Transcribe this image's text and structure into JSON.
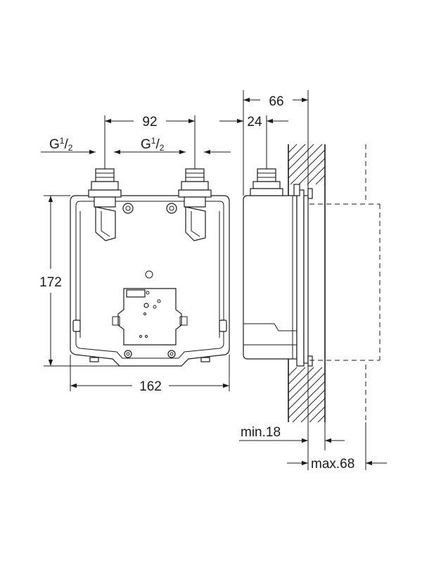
{
  "dimensions": {
    "front_width": "162",
    "front_height": "172",
    "connector_spacing": "92",
    "thread_left": {
      "main": "G",
      "sup": "1",
      "sub": "2"
    },
    "thread_right": {
      "main": "G",
      "sup": "1",
      "sub": "2"
    },
    "side_depth": "66",
    "side_offset": "24",
    "wall_min": "min.18",
    "wall_max": "max.68"
  }
}
